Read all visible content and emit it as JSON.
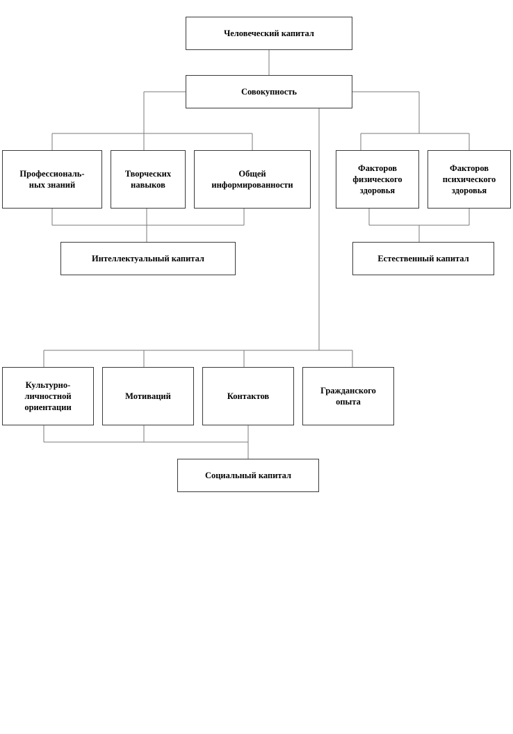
{
  "diagram": {
    "root": {
      "label": "Человеческий капитал"
    },
    "aggregate": {
      "label": "Совокупность"
    },
    "intellectual_group": {
      "items": [
        {
          "label": "Профессиональ-\nных знаний"
        },
        {
          "label": "Творческих\nнавыков"
        },
        {
          "label": "Общей\nинформированности"
        }
      ],
      "result": {
        "label": "Интеллектуальный капитал"
      }
    },
    "natural_group": {
      "items": [
        {
          "label": "Факторов\nфизического\nздоровья"
        },
        {
          "label": "Факторов\nпсихического\nздоровья"
        }
      ],
      "result": {
        "label": "Естественный капитал"
      }
    },
    "social_group": {
      "items": [
        {
          "label": "Культурно-\nличностной\nориентации"
        },
        {
          "label": "Мотиваций"
        },
        {
          "label": "Контактов"
        },
        {
          "label": "Гражданского\nопыта"
        }
      ],
      "result": {
        "label": "Социальный капитал"
      }
    }
  }
}
